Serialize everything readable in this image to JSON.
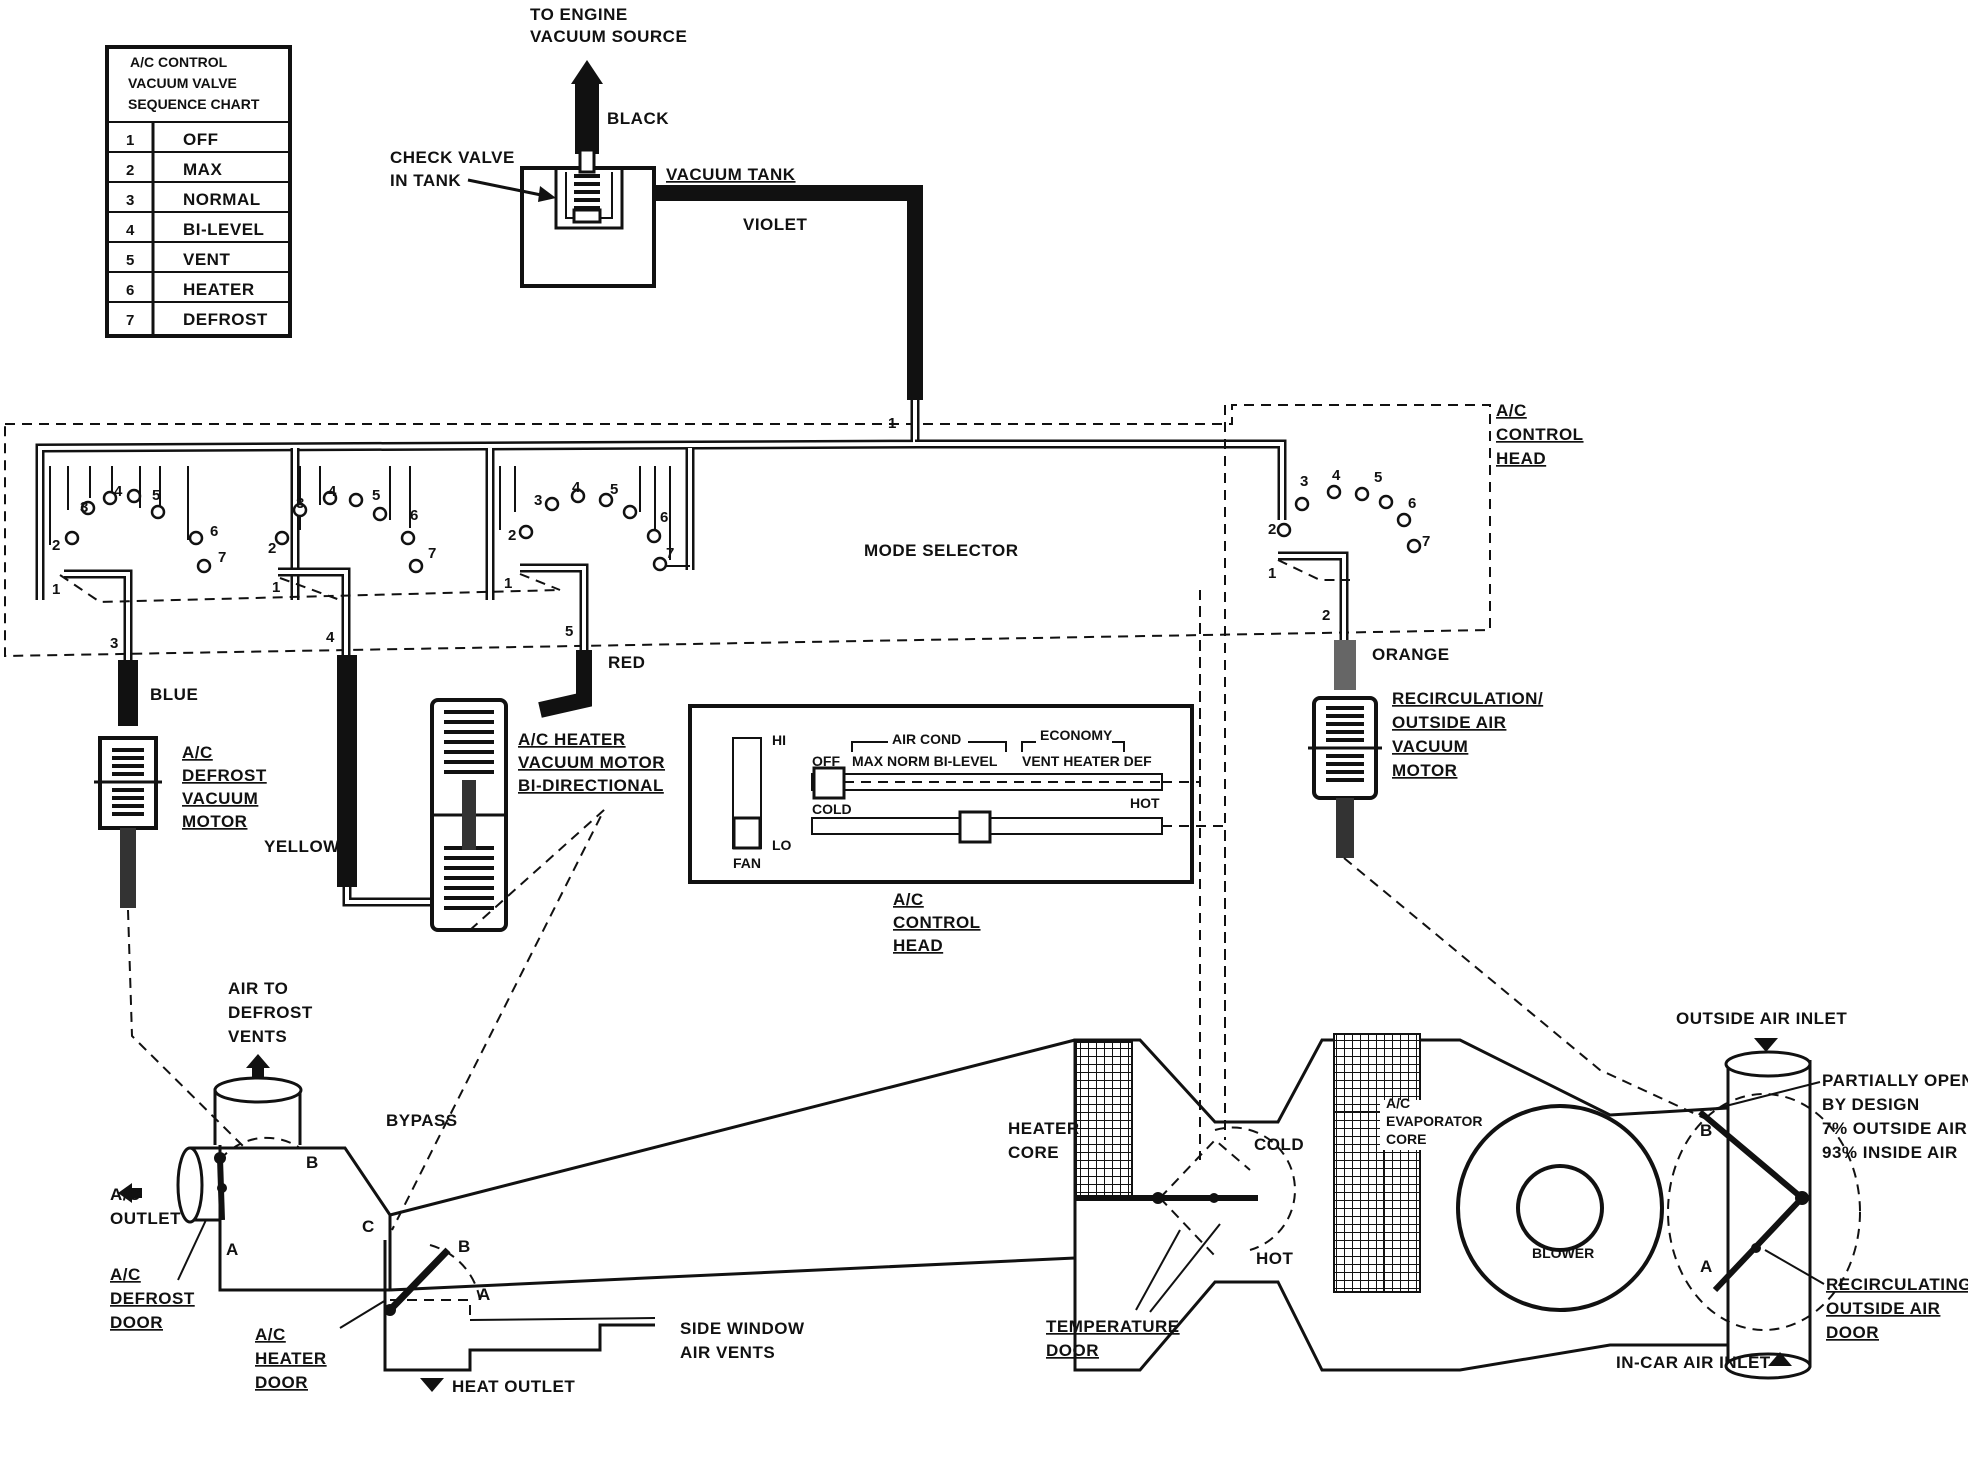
{
  "chart": {
    "title_lines": [
      "A/C CONTROL",
      "VACUUM VALVE",
      "SEQUENCE CHART"
    ],
    "rows": [
      {
        "n": "1",
        "label": "OFF"
      },
      {
        "n": "2",
        "label": "MAX"
      },
      {
        "n": "3",
        "label": "NORMAL"
      },
      {
        "n": "4",
        "label": "BI-LEVEL"
      },
      {
        "n": "5",
        "label": "VENT"
      },
      {
        "n": "6",
        "label": "HEATER"
      },
      {
        "n": "7",
        "label": "DEFROST"
      }
    ]
  },
  "labels": {
    "to_engine": [
      "TO ENGINE",
      "VACUUM SOURCE"
    ],
    "black": "BLACK",
    "check_valve": [
      "CHECK VALVE",
      "IN TANK"
    ],
    "vacuum_tank": "VACUUM TANK",
    "violet": "VIOLET",
    "control_head_box": [
      "A/C",
      "CONTROL",
      "HEAD"
    ],
    "mode_selector": "MODE SELECTOR",
    "blue": "BLUE",
    "yellow": "YELLOW",
    "red": "RED",
    "orange": "ORANGE",
    "defrost_motor": [
      "A/C",
      "DEFROST",
      "VACUUM",
      "MOTOR"
    ],
    "heater_motor": [
      "A/C HEATER",
      "VACUUM MOTOR",
      "BI-DIRECTIONAL"
    ],
    "recirc_motor": [
      "RECIRCULATION/",
      "OUTSIDE AIR",
      "VACUUM",
      "MOTOR"
    ],
    "control_head_bottom": [
      "A/C",
      "CONTROL",
      "HEAD"
    ],
    "panel": {
      "hi": "HI",
      "lo": "LO",
      "fan": "FAN",
      "air_cond": "AIR COND",
      "economy": "ECONOMY",
      "off": "OFF",
      "modes": "MAX NORM BI-LEVEL",
      "modes2": "VENT HEATER DEF",
      "cold": "COLD",
      "hot": "HOT"
    },
    "air_to_defrost": [
      "AIR TO",
      "DEFROST",
      "VENTS"
    ],
    "ac_outlet": [
      "A/C",
      "OUTLET"
    ],
    "defrost_door": [
      "A/C",
      "DEFROST",
      "DOOR"
    ],
    "heater_door": [
      "A/C",
      "HEATER",
      "DOOR"
    ],
    "bypass": "BYPASS",
    "side_window": [
      "SIDE WINDOW",
      "AIR VENTS"
    ],
    "heat_outlet": "HEAT OUTLET",
    "heater_core": [
      "HEATER",
      "CORE"
    ],
    "cold": "COLD",
    "hot": "HOT",
    "temperature_door": [
      "TEMPERATURE",
      "DOOR"
    ],
    "evaporator": [
      "A/C",
      "EVAPORATOR",
      "CORE"
    ],
    "blower": "BLOWER",
    "outside_air_inlet": "OUTSIDE AIR INLET",
    "partially_open": [
      "PARTIALLY OPEN",
      "BY DESIGN",
      "7% OUTSIDE AIR",
      "93% INSIDE AIR"
    ],
    "recirc_door": [
      "RECIRCULATING/",
      "OUTSIDE AIR",
      "DOOR"
    ],
    "in_car_inlet": "IN-CAR AIR INLET",
    "door_a": "A",
    "door_b": "B",
    "door_c": "C",
    "port_numbers": [
      "1",
      "2",
      "3",
      "4",
      "5",
      "6",
      "7"
    ]
  }
}
